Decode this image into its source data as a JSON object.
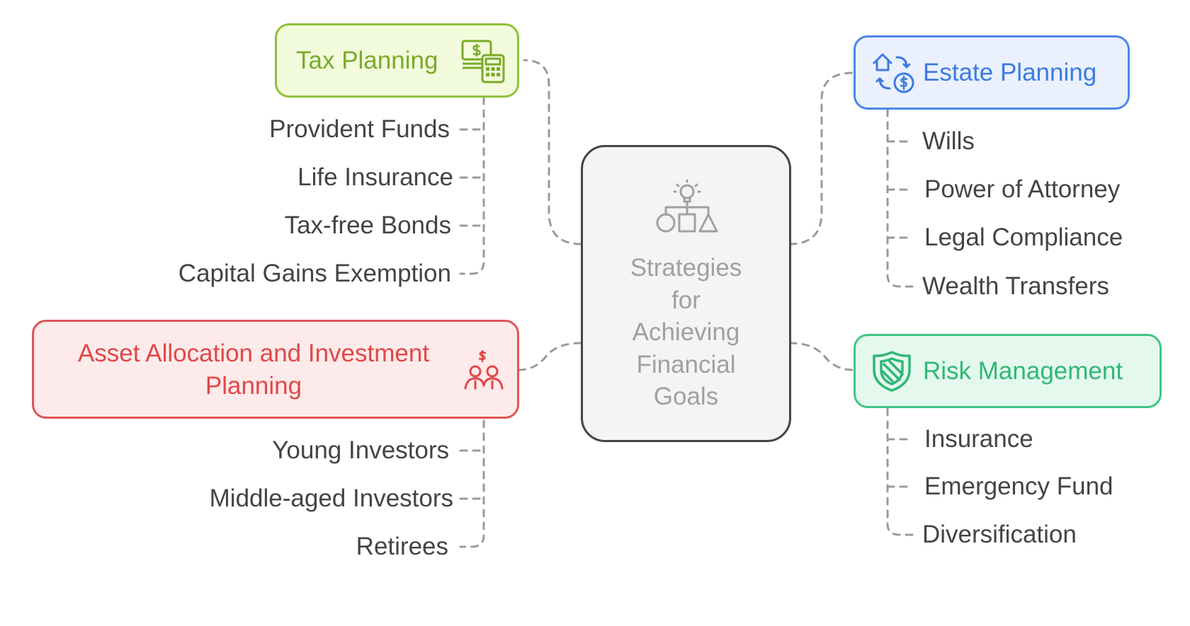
{
  "center": {
    "lines": [
      "Strategies",
      "for",
      "Achieving",
      "Financial",
      "Goals"
    ],
    "icon": "lightbulb-shapes-icon"
  },
  "branches": {
    "tax": {
      "title": "Tax Planning",
      "icon": "money-calculator-icon",
      "items": [
        "Provident Funds",
        "Life Insurance",
        "Tax-free Bonds",
        "Capital Gains Exemption"
      ]
    },
    "asset": {
      "title_lines": [
        "Asset Allocation and Investment",
        "Planning"
      ],
      "icon": "investors-money-icon",
      "items": [
        "Young Investors",
        "Middle-aged Investors",
        "Retirees"
      ]
    },
    "estate": {
      "title": "Estate Planning",
      "icon": "house-money-transfer-icon",
      "items": [
        "Wills",
        "Power of Attorney",
        "Legal Compliance",
        "Wealth Transfers"
      ]
    },
    "risk": {
      "title": "Risk Management",
      "icon": "shield-icon",
      "items": [
        "Insurance",
        "Emergency Fund",
        "Diversification"
      ]
    }
  },
  "colors": {
    "tax_fill": "#f3fbdd",
    "tax_border": "#8fc23a",
    "tax_text": "#7aab28",
    "asset_fill": "#fdeaea",
    "asset_border": "#e05555",
    "asset_text": "#e04848",
    "estate_fill": "#eaf1fd",
    "estate_border": "#4d86e8",
    "estate_text": "#3d7ae0",
    "risk_fill": "#e5f8ee",
    "risk_border": "#3fc585",
    "risk_text": "#2fb876",
    "center_fill": "#f4f4f4",
    "center_border": "#444444",
    "center_text": "#a0a0a0",
    "connector": "#9a9a9a"
  }
}
